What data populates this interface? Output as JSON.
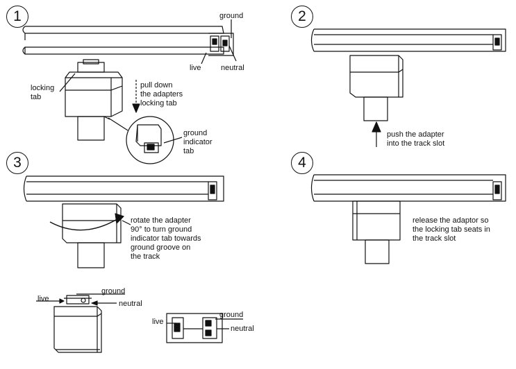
{
  "steps": [
    {
      "number": "1",
      "text": "pull down\nthe adapters\nlocking tab"
    },
    {
      "number": "2",
      "text": "push the adapter\ninto the track slot"
    },
    {
      "number": "3",
      "text": "rotate the adapter\n90° to turn ground\nindicator tab towards\nground groove on\nthe track"
    },
    {
      "number": "4",
      "text": "release the adaptor so\nthe locking tab seats in\nthe track slot"
    }
  ],
  "labels": {
    "ground": "ground",
    "live": "live",
    "neutral": "neutral",
    "locking_tab": "locking\ntab",
    "ground_indicator_tab": "ground\nindicator\ntab"
  }
}
